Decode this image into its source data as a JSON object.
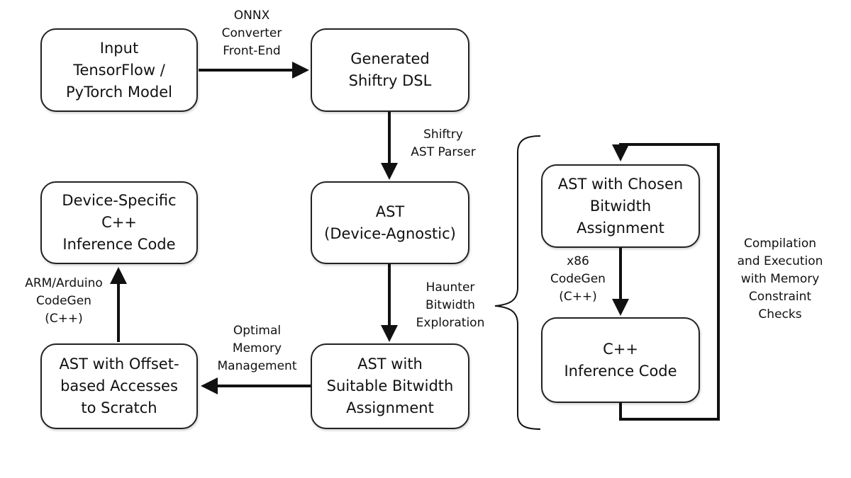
{
  "boxes": {
    "input": [
      "Input",
      "TensorFlow /",
      "PyTorch Model"
    ],
    "dsl": [
      "Generated",
      "Shiftry DSL"
    ],
    "ast": [
      "AST",
      "(Device-Agnostic)"
    ],
    "bitwidth": [
      "AST with",
      "Suitable Bitwidth",
      "Assignment"
    ],
    "offset": [
      "AST with Offset-",
      "based Accesses",
      "to Scratch"
    ],
    "device_code": [
      "Device-Specific",
      "C++",
      "Inference Code"
    ],
    "chosen": [
      "AST with Chosen",
      "Bitwidth",
      "Assignment"
    ],
    "cpp": [
      "C++",
      "Inference Code"
    ]
  },
  "labels": {
    "onnx": [
      "ONNX",
      "Converter",
      "Front-End"
    ],
    "parser": [
      "Shiftry",
      "AST Parser"
    ],
    "haunter": [
      "Haunter",
      "Bitwidth",
      "Exploration"
    ],
    "memory": [
      "Optimal",
      "Memory",
      "Management"
    ],
    "arm": [
      "ARM/Arduino",
      "CodeGen",
      "(C++)"
    ],
    "x86": [
      "x86",
      "CodeGen",
      "(C++)"
    ],
    "compilation": [
      "Compilation",
      "and Execution",
      "with Memory",
      "Constraint",
      "Checks"
    ]
  }
}
